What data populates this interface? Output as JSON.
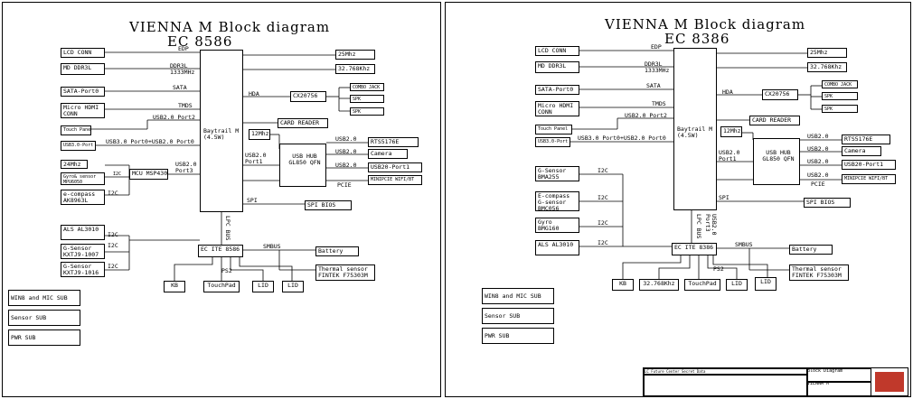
{
  "left": {
    "title": "VIENNA M Block diagram",
    "subtitle": "EC 8586",
    "soc": {
      "name": "Baytrail M (4.5W)"
    },
    "ec": {
      "name": "EC ITE 8586"
    },
    "hub": {
      "name": "USB HUB GL850 QFN"
    },
    "codec": "CX20756",
    "left_boxes": [
      "LCD CONN",
      "MD DDR3L",
      "SATA-Port0",
      "Micro HDMI CONN",
      "Touch Panel",
      "USB3.0-Port",
      "24Mhz",
      "Gyro& sensor MPU6050",
      "e-compass AK8963L",
      "ALS AL3010",
      "G-Sensor KXTJ9-1007",
      "G-Sensor KXTJ9-1016"
    ],
    "mcu": "MCU MSP430",
    "right_boxes": [
      "25Mhz",
      "32.768Khz",
      "COMBO JACK",
      "SPK",
      "SPK",
      "CARD READER",
      "12Mhz",
      "RTS5176E",
      "Camera",
      "USB20-Port1",
      "MINIPCIE WIFI/BT",
      "SPI BIOS",
      "Battery",
      "Thermal sensor FINTEK F75303M"
    ],
    "bottom_boxes": [
      "KB",
      "TouchPad",
      "LID",
      "LID"
    ],
    "sub_boxes": [
      "WIN8 and MIC SUB",
      "Sensor SUB",
      "PWR SUB"
    ],
    "labels": {
      "edp": "EDP",
      "ddr": "DDR3L 1333MHz",
      "sata": "SATA",
      "tmds": "TMDS",
      "usb_port2": "USB2.0 Port2",
      "usb_port0": "USB3.0 Port0+USB2.0 Port0",
      "usb_port3": "USB2.0 Port3",
      "usb_port1": "USB2.0 Port1",
      "hda": "HDA",
      "usb20_a": "USB2.0",
      "usb20_b": "USB2.0",
      "usb20_c": "USB2.0",
      "pcie": "PCIE",
      "spi": "SPI",
      "lpc": "LPC BUS",
      "smbus": "SMBUS",
      "ps2": "PS2",
      "i2c_a": "I2C",
      "i2c_b": "I2C",
      "i2c_c": "I2C",
      "i2c_d": "I2C",
      "i2c_e": "I2C"
    }
  },
  "right": {
    "title": "VIENNA M Block diagram",
    "subtitle": "EC 8386",
    "soc": {
      "name": "Baytrail M (4.5W)"
    },
    "ec": {
      "name": "EC ITE 8386"
    },
    "hub": {
      "name": "USB HUB GL850 QFN"
    },
    "codec": "CX20756",
    "left_boxes": [
      "LCD CONN",
      "MD DDR3L",
      "SATA-Port0",
      "Micro HDMI CONN",
      "Touch Panel",
      "USB3.0-Port",
      "G-Sensor BMA255",
      "E-compass G-sensor BMC056",
      "Gyro BMG160",
      "ALS AL3010"
    ],
    "right_boxes": [
      "25Mhz",
      "32.768Khz",
      "COMBO JACK",
      "SPK",
      "SPK",
      "CARD READER",
      "12Mhz",
      "RTS5176E",
      "Camera",
      "USB20-Port1",
      "MINIPCIE WIFI/BT",
      "SPI BIOS",
      "Battery",
      "Thermal sensor FINTEK F75303M"
    ],
    "bottom_boxes": [
      "KB",
      "32.768Khz",
      "TouchPad",
      "LID",
      "LID"
    ],
    "sub_boxes": [
      "WIN8 and MIC SUB",
      "Sensor SUB",
      "PWR SUB"
    ],
    "labels": {
      "edp": "EDP",
      "ddr": "DDR3L 1333MHz",
      "sata": "SATA",
      "tmds": "TMDS",
      "usb_port2": "USB2.0 Port2",
      "usb_port0": "USB3.0 Port0+USB2.0 Port0",
      "usb_port1": "USB2.0 Port1",
      "hda": "HDA",
      "usb20_a": "USB2.0",
      "usb20_b": "USB2.0",
      "usb20_c": "USB2.0",
      "usb20_d": "USB2.0",
      "pcie": "PCIE",
      "spi": "SPI",
      "lpc": "LPC BUS",
      "port3": "USB2.0 Port3",
      "smbus": "SMBUS",
      "ps2": "PS2",
      "i2c_a": "I2C",
      "i2c_b": "I2C",
      "i2c_c": "I2C",
      "i2c_d": "I2C"
    },
    "title_block": {
      "company": "LC Future Center Secret Data",
      "sheet_title": "Block Diagram",
      "project": "VIENNA M"
    }
  },
  "colors": {
    "line": "#000000",
    "logo": "#c0392b"
  }
}
